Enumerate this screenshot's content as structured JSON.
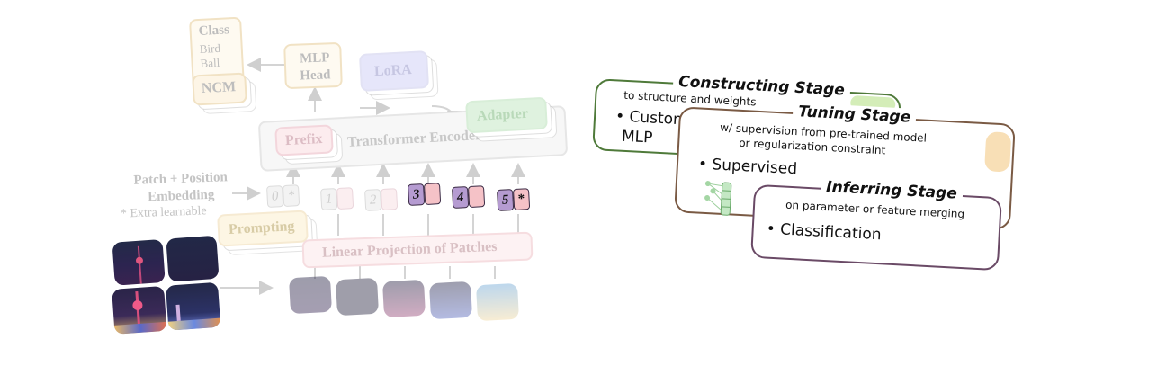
{
  "architecture": {
    "class_box": {
      "title": "Class",
      "items": [
        "Bird",
        "Ball"
      ]
    },
    "ncm_label": "NCM",
    "mlp_head_label": "MLP\nHead",
    "lora_label": "LoRA",
    "adapter_label": "Adapter",
    "prefix_label": "Prefix",
    "encoder_label": "Transformer Encoder",
    "embedding_label": "Patch + Position\nEmbedding",
    "extra_label": "* Extra learnable",
    "prompting_label": "Prompting",
    "projection_label": "Linear Projection of Patches",
    "tokens": [
      {
        "index": "0",
        "extra": "*",
        "faded": true
      },
      {
        "index": "1",
        "extra": "",
        "faded": true
      },
      {
        "index": "2",
        "extra": "",
        "faded": true
      },
      {
        "index": "3",
        "extra": "",
        "faded": false
      },
      {
        "index": "4",
        "extra": "",
        "faded": false
      },
      {
        "index": "5",
        "extra": "*",
        "faded": false
      }
    ]
  },
  "stages": {
    "constructing": {
      "title": "Constructing Stage",
      "subtitle": "to structure and weights",
      "bullet_line1": "• Custom",
      "bullet_line2": "MLP",
      "border_color": "#4f7a3a"
    },
    "tuning": {
      "title": "Tuning Stage",
      "subtitle_line1": "w/ supervision from pre-trained model",
      "subtitle_line2": "or regularization constraint",
      "bullet": "• Supervised",
      "border_color": "#7a5a44"
    },
    "inferring": {
      "title": "Inferring Stage",
      "subtitle": "on parameter or feature merging",
      "bullet": "• Classification",
      "border_color": "#6a4a66"
    }
  },
  "colors": {
    "token_purple": "#b59bd1",
    "token_pink": "#f5c2c7",
    "adapter_green": "#cfe9cf",
    "lora_blue": "#dcdcf7",
    "prompt_yellow": "#fbf1d6"
  }
}
